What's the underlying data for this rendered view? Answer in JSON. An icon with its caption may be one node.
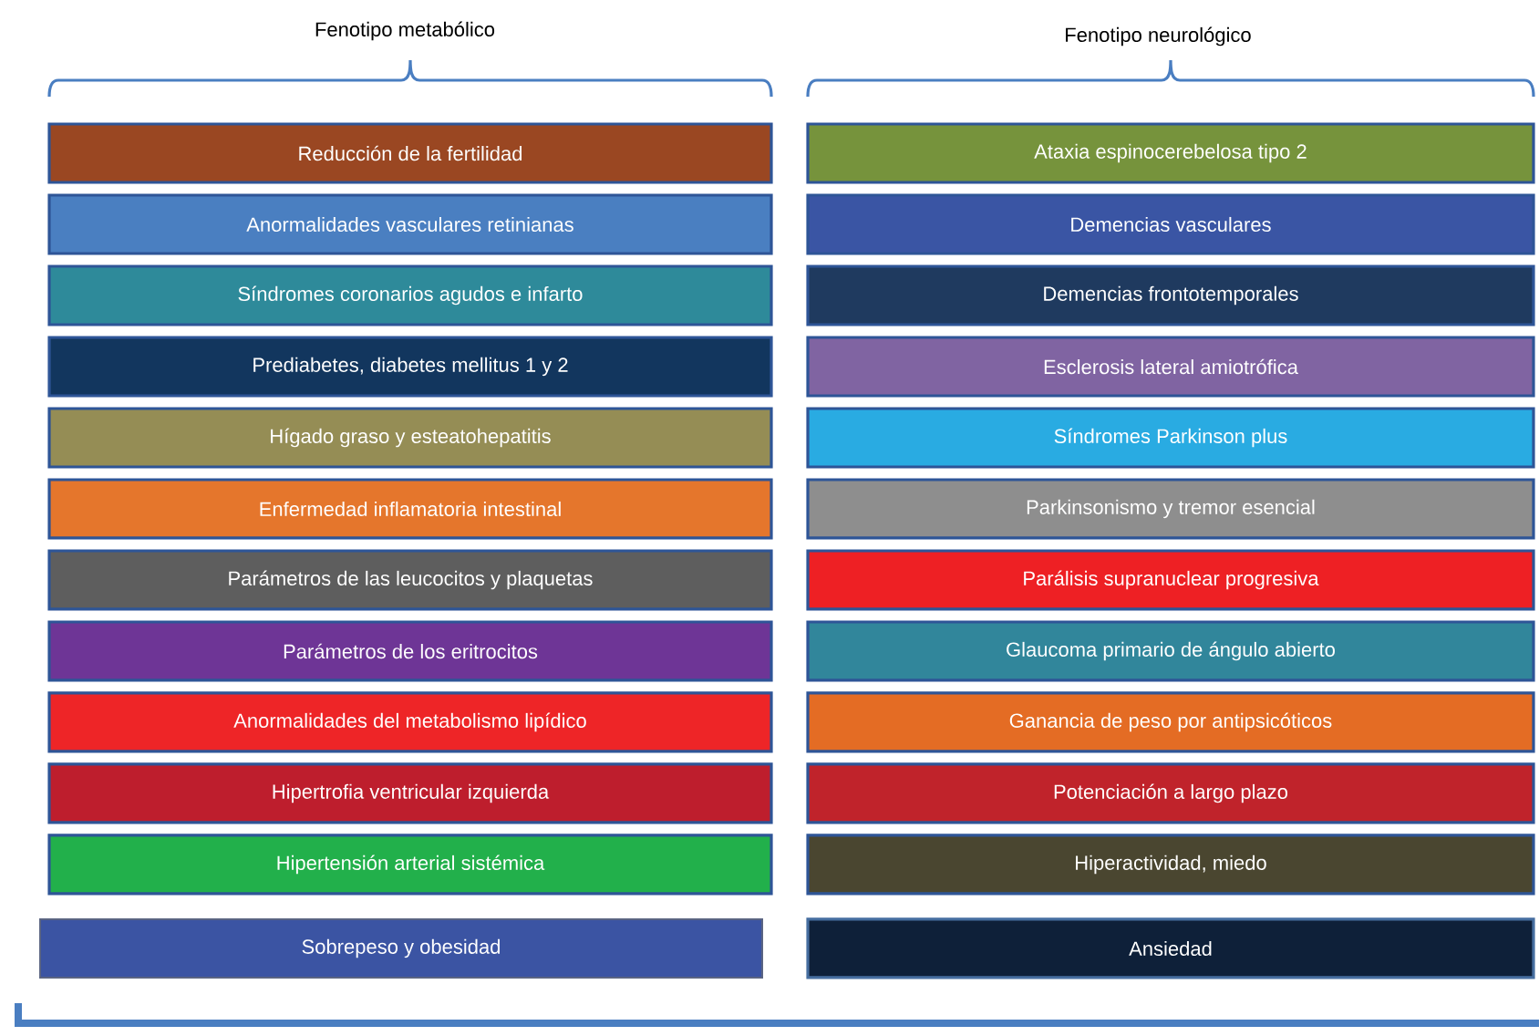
{
  "diagram": {
    "nodes": [
      {
        "text": [
          "Reducción de la fertilidad"
        ]
      },
      {
        "text": [
          "Anormalidades vasculares retinianas"
        ]
      },
      {
        "text": [
          "Síndromes coronarios agudos e infarto"
        ]
      },
      {
        "text": [
          "Prediabetes, diabetes mellitus 1 y 2"
        ]
      },
      {
        "text": [
          "Hígado graso y esteatohepatitis"
        ]
      },
      {
        "text": [
          "Enfermedad inflamatoria intestinal"
        ]
      },
      {
        "text": [
          "Parámetros de las leucocitos y plaquetas"
        ]
      },
      {
        "text": [
          "Parámetros de los eritrocitos"
        ]
      },
      {
        "text": [
          "Anormalidades del metabolismo lipídico"
        ]
      },
      {
        "text": [
          "Hipertrofia ventricular izquierda"
        ]
      },
      {
        "text": [
          "Hipertensión arterial sistémica"
        ]
      },
      {
        "text": [
          "Sobrepeso y obesidad"
        ]
      },
      {
        "text": [
          "Ataxia espinocerebelosa tipo 2"
        ]
      },
      {
        "text": [
          "Demencias vasculares"
        ]
      },
      {
        "text": [
          "Demencias frontotemporales"
        ]
      },
      {
        "text": [
          "Esclerosis lateral amiotrófica"
        ]
      },
      {
        "text": [
          "Síndromes Parkinson plus"
        ]
      },
      {
        "text": [
          "Parkinsonismo y tremor esencial"
        ]
      },
      {
        "text": [
          "Parálisis supranuclear progresiva"
        ]
      },
      {
        "text": [
          "Glaucoma primario de ángulo abierto"
        ]
      },
      {
        "text": [
          "Ganancia de peso por antipsicóticos"
        ]
      },
      {
        "text": [
          "Potenciación a largo plazo"
        ]
      },
      {
        "text": [
          "Hiperactividad, miedo"
        ]
      },
      {
        "text": [
          "Ansiedad"
        ]
      }
    ],
    "edges": [],
    "labels": [
      "Fenotipo metabólico",
      "Fenotipo neurológico"
    ]
  }
}
